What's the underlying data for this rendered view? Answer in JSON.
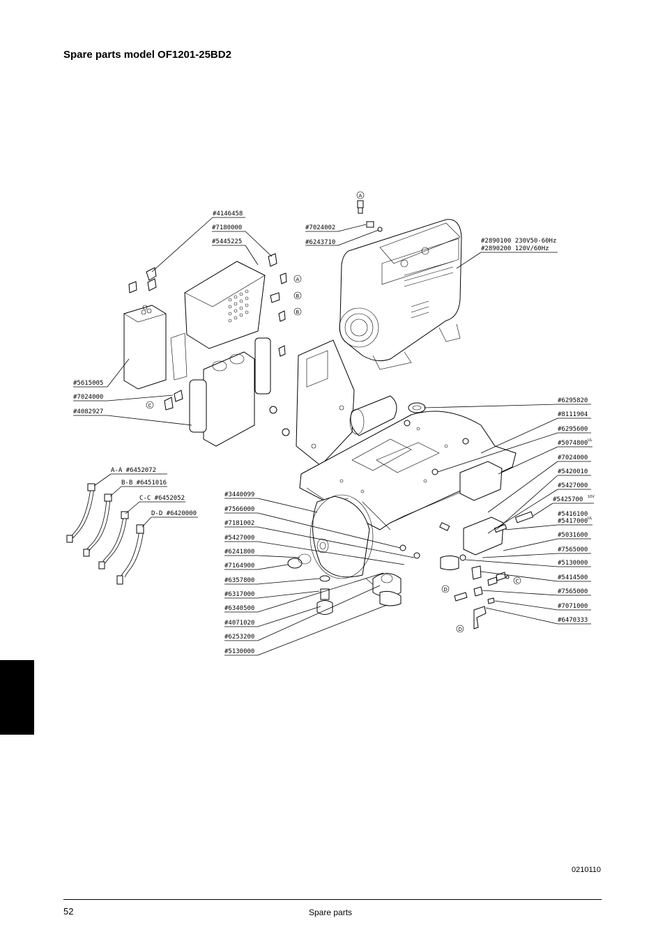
{
  "page": {
    "title": "Spare parts model OF1201-25BD2",
    "drawing_ref": "0210110",
    "page_number": "52",
    "footer_text": "Spare parts"
  },
  "labels": {
    "p4146458": "#4146458",
    "p7180000": "#7180000",
    "p5445225": "#5445225",
    "p7024002": "#7024002",
    "p6243710": "#6243710",
    "p2890100": "#2890100  230V50-60Hz",
    "p2890200": "#2890200  120V/60Hz",
    "p5615005": "#5615005",
    "p7024000a": "#7024000",
    "p4082927": "#4082927",
    "aa": "A-A  #6452072",
    "bb": "B-B  #6451016",
    "cc": "C-C  #6452052",
    "dd": "D-D  #6420000",
    "p6295820": "#6295820",
    "p8111904": "#8111904",
    "p6295600": "#6295600",
    "p5074800": "#5074800",
    "p5074800_sup": "UL",
    "p7024000b": "#7024000",
    "p5420010": "#5420010",
    "p5427000b": "#5427000",
    "p5425700": "#5425700",
    "p5425700_sup": "10V",
    "p5416100": "#5416100",
    "p5417000": "#5417000",
    "p5417000_sup": "UL",
    "p5031600": "#5031600",
    "p7565000a": "#7565000",
    "p5130000a": "#5130000",
    "p5414500": "#5414500",
    "p7565000b": "#7565000",
    "p7071000": "#7071000",
    "p6470333": "#6470333",
    "p3440099": "#3440099",
    "p7566000": "#7566000",
    "p7181002": "#7181002",
    "p5427000a": "#5427000",
    "p6241800": "#6241800",
    "p7164900": "#7164900",
    "p6357800": "#6357800",
    "p6317000": "#6317000",
    "p6340500": "#6340500",
    "p4071020": "#4071020",
    "p6253200": "#6253200",
    "p5130000b": "#5130000",
    "markA": "A",
    "markB": "B",
    "markC": "C",
    "markD": "D"
  }
}
